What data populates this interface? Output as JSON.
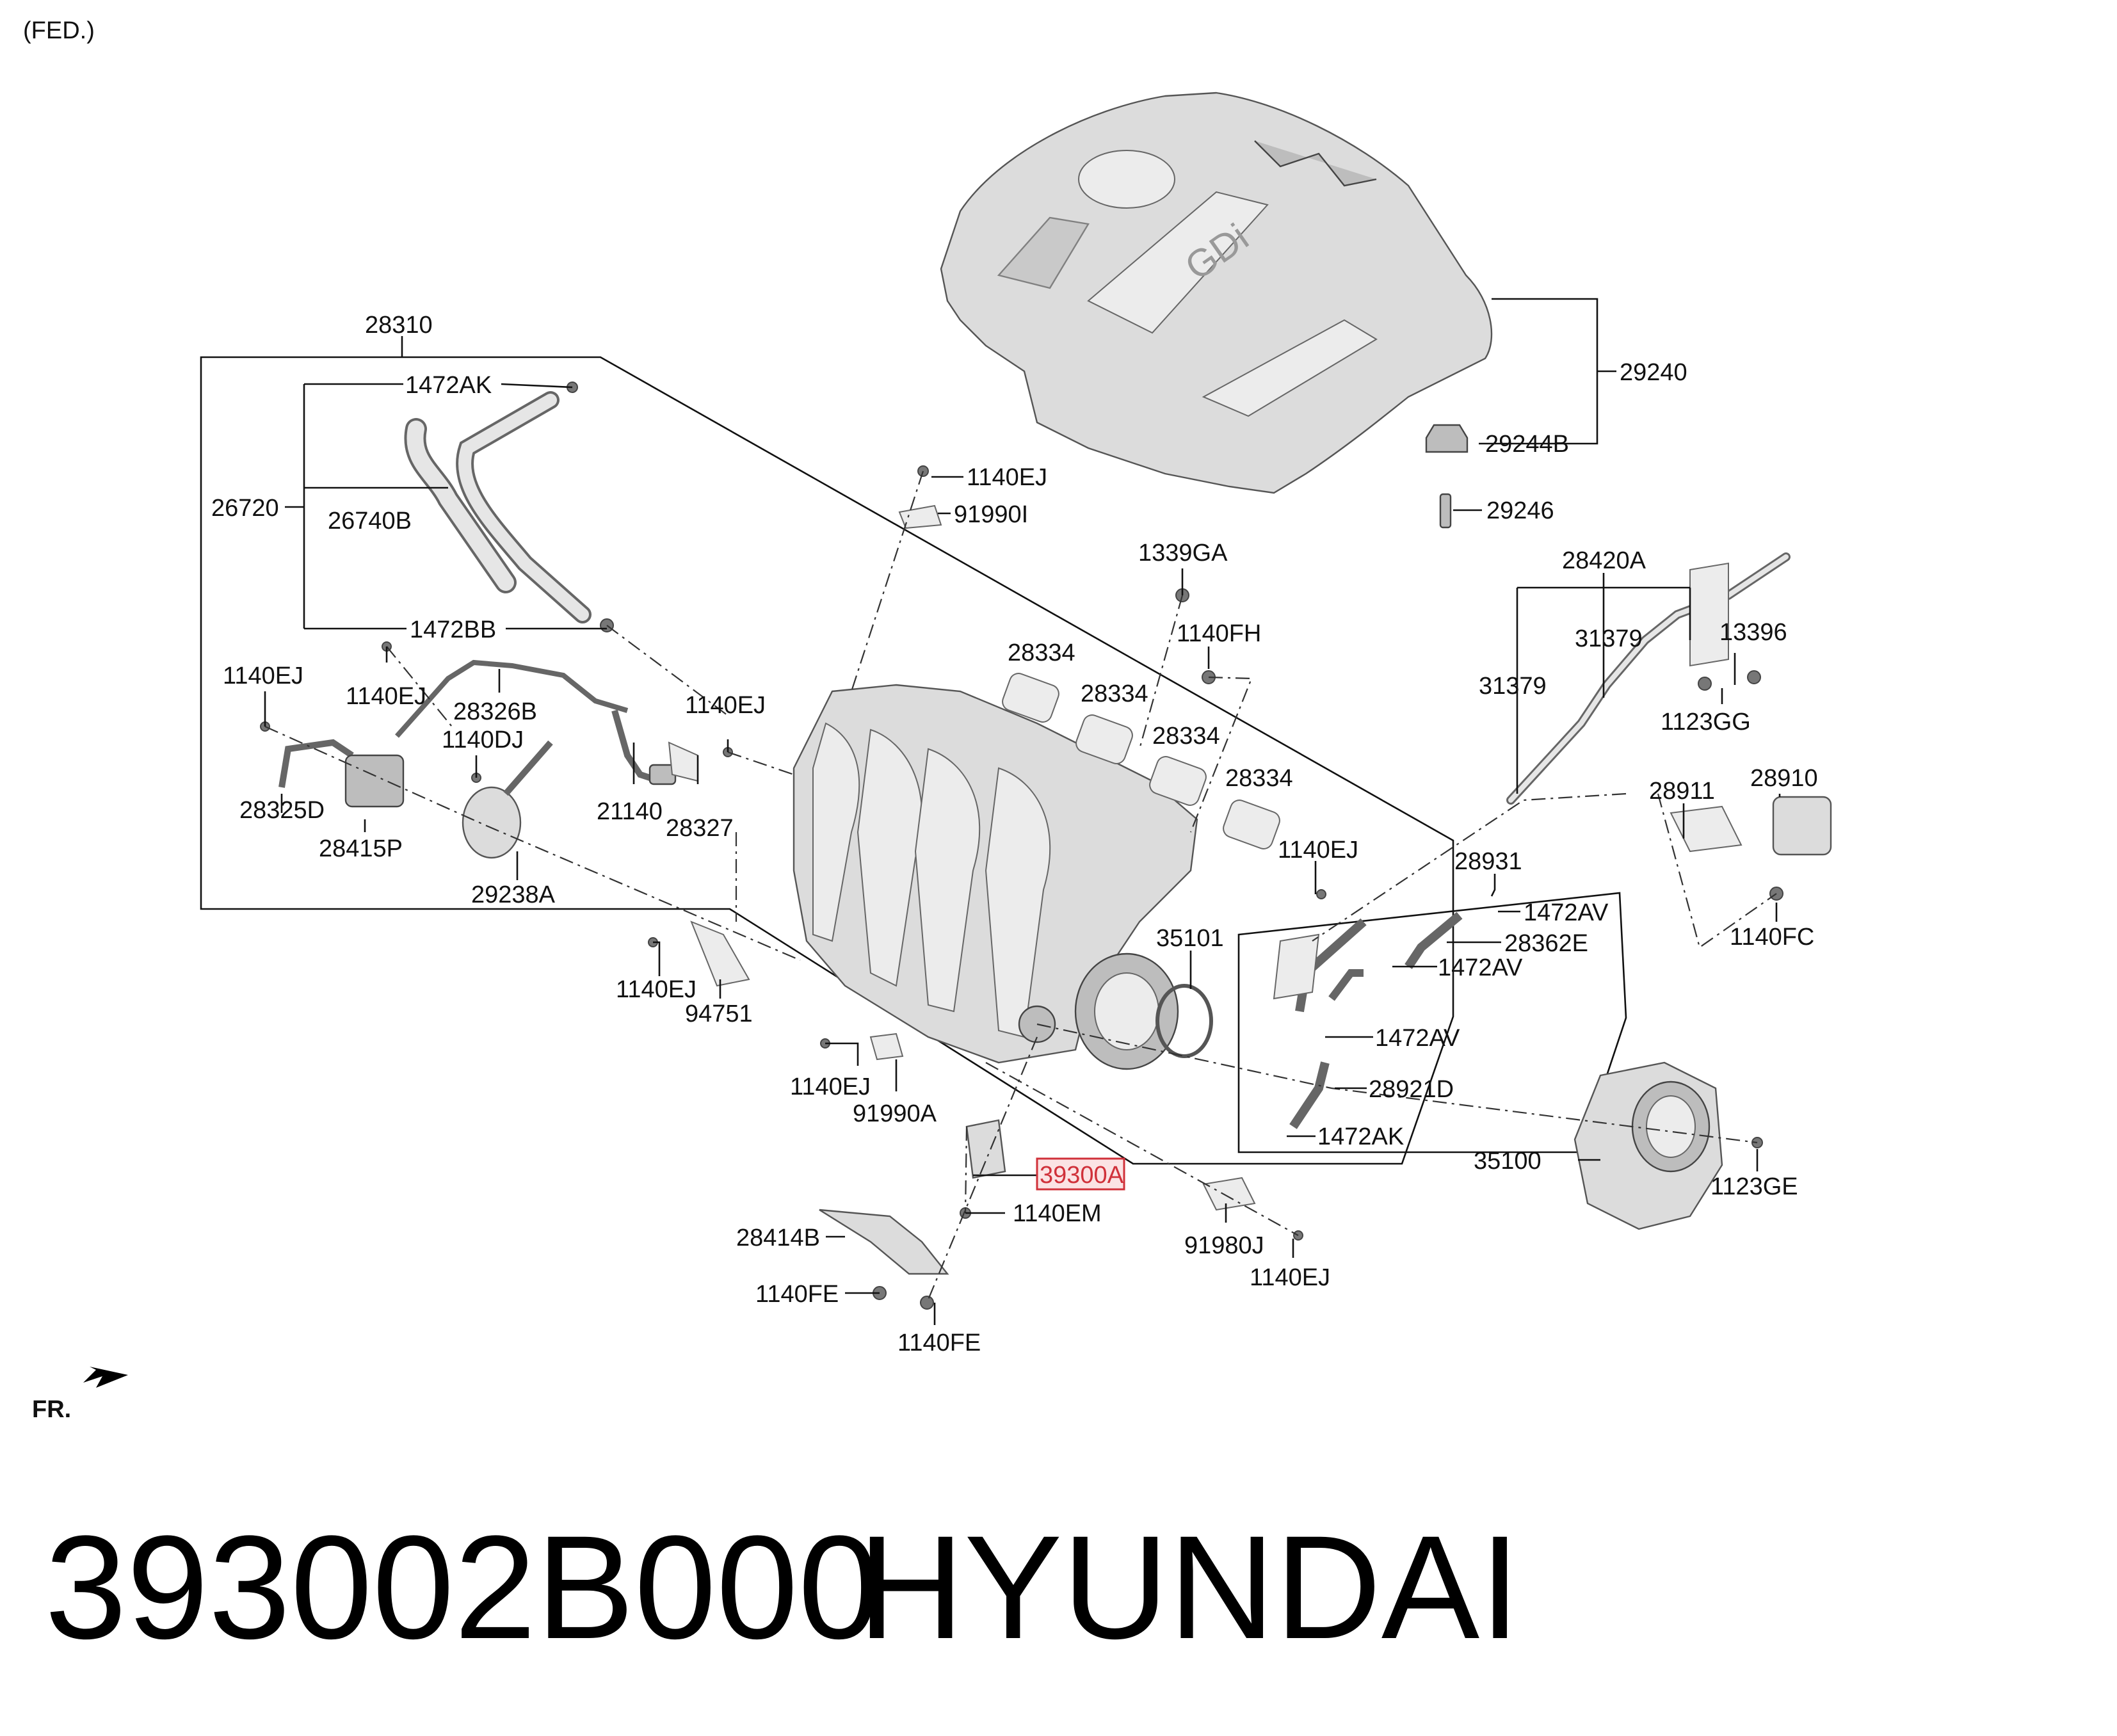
{
  "header": {
    "variant": "(FED.)"
  },
  "orientation": {
    "label": "FR."
  },
  "callouts": {
    "c28310": "28310",
    "c1472AK_a": "1472AK",
    "c26720": "26720",
    "c26740B": "26740B",
    "c1472BB": "1472BB",
    "c1140EJ_a": "1140EJ",
    "c1140EJ_b": "1140EJ",
    "c28326B": "28326B",
    "c1140DJ": "1140DJ",
    "c1140EJ_c": "1140EJ",
    "c28325D": "28325D",
    "c28415P": "28415P",
    "c29238A": "29238A",
    "c21140": "21140",
    "c28327": "28327",
    "c1140EJ_d": "1140EJ",
    "c91990I": "91990I",
    "c1339GA": "1339GA",
    "c1140FH": "1140FH",
    "c28334_a": "28334",
    "c28334_b": "28334",
    "c28334_c": "28334",
    "c28334_d": "28334",
    "c1140EJ_e": "1140EJ",
    "c29240": "29240",
    "c29244B": "29244B",
    "c29246": "29246",
    "c28420A": "28420A",
    "c31379_a": "31379",
    "c31379_b": "31379",
    "c13396": "13396",
    "c1123GG": "1123GG",
    "c28911": "28911",
    "c28910": "28910",
    "c1140FC": "1140FC",
    "c28931": "28931",
    "c1472AV_a": "1472AV",
    "c28362E": "28362E",
    "c1472AV_b": "1472AV",
    "c1472AV_c": "1472AV",
    "c28921D": "28921D",
    "c1472AK_b": "1472AK",
    "c35101": "35101",
    "c35100": "35100",
    "c1123GE": "1123GE",
    "c1140EJ_f": "1140EJ",
    "c94751": "94751",
    "c1140EJ_g": "1140EJ",
    "c91990A": "91990A",
    "c39300A": "39300A",
    "c1140EM": "1140EM",
    "c28414B": "28414B",
    "c1140FE_a": "1140FE",
    "c1140FE_b": "1140FE",
    "c91980J": "91980J",
    "c1140EJ_h": "1140EJ"
  },
  "highlight": {
    "part": "39300A",
    "color": "#d0313a"
  },
  "footer": {
    "part_number": "393002B000",
    "brand": "HYUNDAI"
  }
}
